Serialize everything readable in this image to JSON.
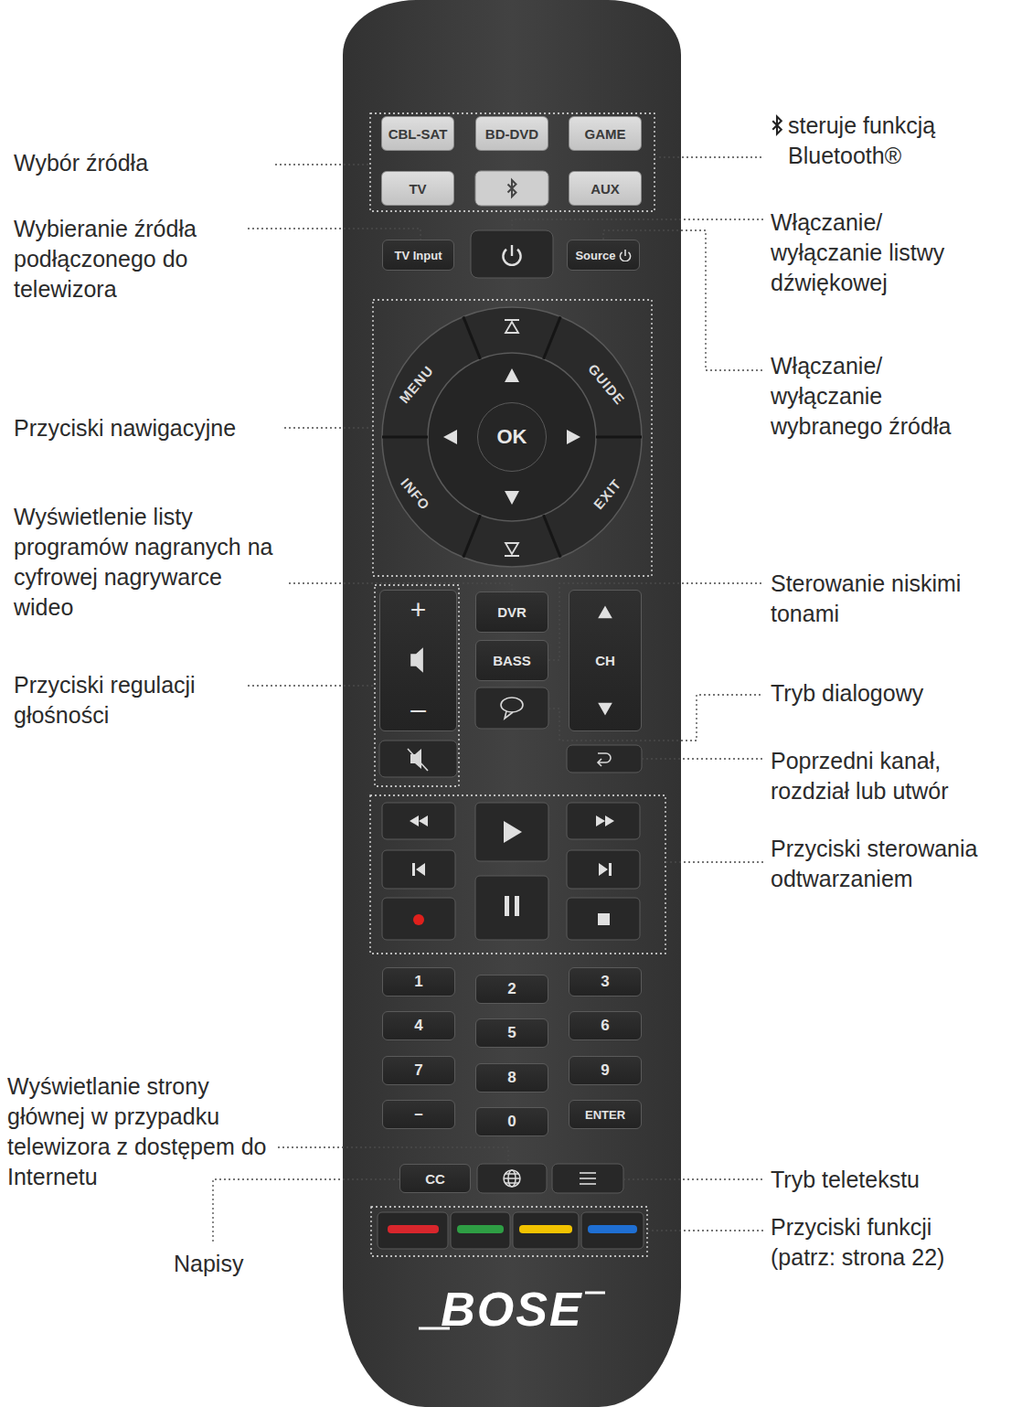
{
  "diagram": {
    "nodes": [
      {
        "text": [
          "BOSE"
        ]
      },
      {
        "text": [
          "CBL-SAT"
        ],
        "in": 0
      },
      {
        "text": [
          "BD-DVD"
        ],
        "in": 0
      },
      {
        "text": [
          "GAME"
        ],
        "in": 0
      },
      {
        "text": [
          "TV"
        ],
        "in": 0
      },
      {
        "text": [
          "AUX"
        ],
        "in": 0
      },
      {
        "text": [
          "TV Input"
        ],
        "in": 0
      },
      {
        "text": [
          "Source"
        ],
        "in": 0
      },
      {
        "text": [
          "MENU"
        ],
        "in": 0
      },
      {
        "text": [
          "GUIDE"
        ],
        "in": 0
      },
      {
        "text": [
          "OK"
        ],
        "in": 0
      },
      {
        "text": [
          "INFO"
        ],
        "in": 0
      },
      {
        "text": [
          "EXIT"
        ],
        "in": 0
      },
      {
        "text": [
          "+",
          "–"
        ],
        "in": 0
      },
      {
        "text": [
          "DVR"
        ],
        "in": 0
      },
      {
        "text": [
          "BASS"
        ],
        "in": 0
      },
      {
        "text": [
          "CH"
        ],
        "in": 0
      },
      {
        "text": [
          "1"
        ],
        "in": 0
      },
      {
        "text": [
          "2"
        ],
        "in": 0
      },
      {
        "text": [
          "3"
        ],
        "in": 0
      },
      {
        "text": [
          "4"
        ],
        "in": 0
      },
      {
        "text": [
          "5"
        ],
        "in": 0
      },
      {
        "text": [
          "6"
        ],
        "in": 0
      },
      {
        "text": [
          "7"
        ],
        "in": 0
      },
      {
        "text": [
          "8"
        ],
        "in": 0
      },
      {
        "text": [
          "9"
        ],
        "in": 0
      },
      {
        "text": [
          "–"
        ],
        "in": 0
      },
      {
        "text": [
          "0"
        ],
        "in": 0
      },
      {
        "text": [
          "ENTER"
        ],
        "in": 0
      },
      {
        "text": [
          "CC"
        ],
        "in": 0
      }
    ],
    "labels": [
      "Wybór źródła",
      "steruje funkcją Bluetooth®",
      "Wybieranie źródła podłączonego do telewizora",
      "Włączanie/ wyłączanie listwy dźwiękowej",
      "Włączanie/ wyłączanie wybranego źródła",
      "Przyciski nawigacyjne",
      "Wyświetlenie listy programów nagranych na cyfrowej nagrywarce wideo",
      "Sterowanie niskimi tonami",
      "Przyciski regulacji głośności",
      "Tryb dialogowy",
      "Poprzedni kanał, rozdział lub utwór",
      "Przyciski sterowania odtwarzaniem",
      "Wyświetlanie strony głównej w przypadku telewizora z dostępem do Internetu",
      "Tryb teletekstu",
      "Przyciski funkcji (patrz: strona 22)",
      "Napisy"
    ]
  }
}
